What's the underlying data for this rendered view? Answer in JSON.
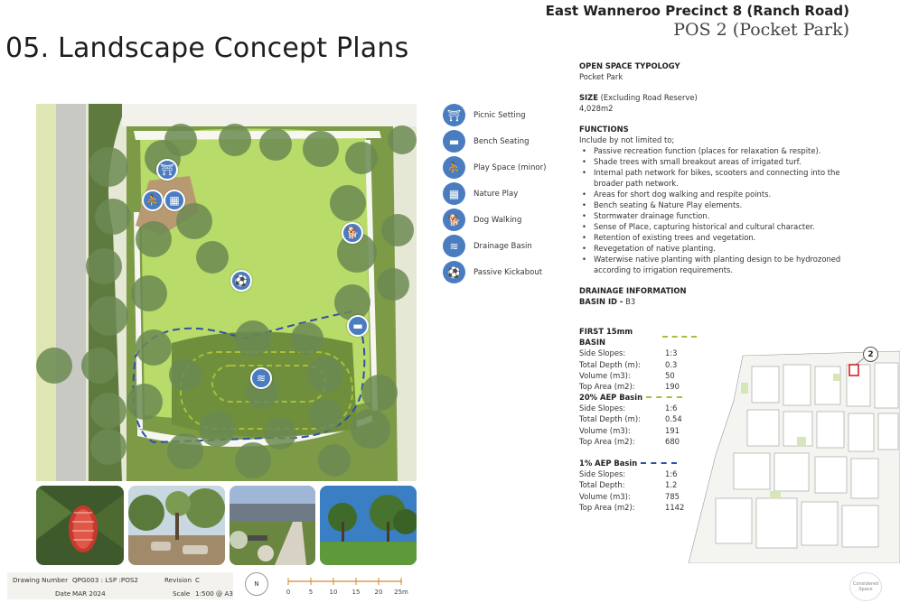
{
  "page_title": "05. Landscape Concept Plans",
  "project": {
    "name": "East Wanneroo Precinct 8 (Ranch Road)",
    "subtitle": "POS 2 (Pocket Park)"
  },
  "legend": [
    {
      "label": "Picnic Setting",
      "icon": "picnic-table-icon",
      "glyph": "⛩"
    },
    {
      "label": "Bench Seating",
      "icon": "bench-icon",
      "glyph": "▬"
    },
    {
      "label": "Play Space (minor)",
      "icon": "play-space-icon",
      "glyph": "⛹"
    },
    {
      "label": "Nature Play",
      "icon": "nature-play-icon",
      "glyph": "▦"
    },
    {
      "label": "Dog Walking",
      "icon": "dog-walking-icon",
      "glyph": "🐕"
    },
    {
      "label": "Drainage Basin",
      "icon": "drainage-basin-icon",
      "glyph": "≋"
    },
    {
      "label": "Passive Kickabout",
      "icon": "kickabout-icon",
      "glyph": "⚽"
    }
  ],
  "info": {
    "typology_heading": "OPEN SPACE TYPOLOGY",
    "typology_value": "Pocket Park",
    "size_heading": "SIZE",
    "size_note": "(Excluding Road Reserve)",
    "size_value": "4,028m2",
    "functions_heading": "FUNCTIONS",
    "functions_intro": "Include by not limited to;",
    "functions": [
      "Passive recreation function (places for relaxation & respite).",
      "Shade trees with small breakout areas of irrigated turf.",
      "Internal path network for bikes, scooters and connecting into the broader path network.",
      "Areas for short dog walking and respite points.",
      "Bench seating & Nature Play elements.",
      "Stormwater drainage function.",
      "Sense of Place, capturing historical and cultural character.",
      "Retention of existing trees and vegetation.",
      "Revegetation of native planting.",
      "Waterwise native planting with planting design to be hydrozoned according to irrigation requirements."
    ],
    "drainage_heading": "DRAINAGE INFORMATION",
    "basin_id_label": "BASIN ID -",
    "basin_id_value": "B3"
  },
  "basins": [
    {
      "title": "FIRST 15mm BASIN",
      "line_color": "#a7bf3a",
      "rows": [
        [
          "Side Slopes:",
          "1:3"
        ],
        [
          "Total Depth (m):",
          "0.3"
        ],
        [
          "Volume (m3):",
          "50"
        ],
        [
          "Top Area (m2):",
          "190"
        ]
      ]
    },
    {
      "title": "20% AEP Basin",
      "line_color": "#a7bf3a",
      "rows": [
        [
          "Side Slopes:",
          "1:6"
        ],
        [
          "Total Depth (m):",
          "0.54"
        ],
        [
          "Volume (m3):",
          "191"
        ],
        [
          "Top Area (m2):",
          "680"
        ]
      ]
    },
    {
      "title": "1% AEP Basin",
      "line_color": "#2f4fa8",
      "rows": [
        [
          "Side Slopes:",
          "1:6"
        ],
        [
          "Total Depth:",
          "1.2"
        ],
        [
          "Volume (m3):",
          "785"
        ],
        [
          "Top Area (m2):",
          "1142"
        ]
      ]
    }
  ],
  "title_block": {
    "drawing_number_label": "Drawing Number",
    "drawing_number_value": "QPG003 : LSP :POS2",
    "revision_label": "Revision",
    "revision_value": "C",
    "date_label": "Date",
    "date_value": "MAR 2024",
    "scale_label": "Scale",
    "scale_value": "1:500 @ A3"
  },
  "north_label": "N",
  "scale_ticks": [
    "0",
    "5",
    "10",
    "15",
    "20",
    "25m"
  ],
  "keymap_badge": "2",
  "stamp_text": "Considered Space",
  "photos": [
    "banksia-flower-photo",
    "nature-play-seating-photo",
    "path-bench-photo",
    "open-turf-trees-photo"
  ]
}
